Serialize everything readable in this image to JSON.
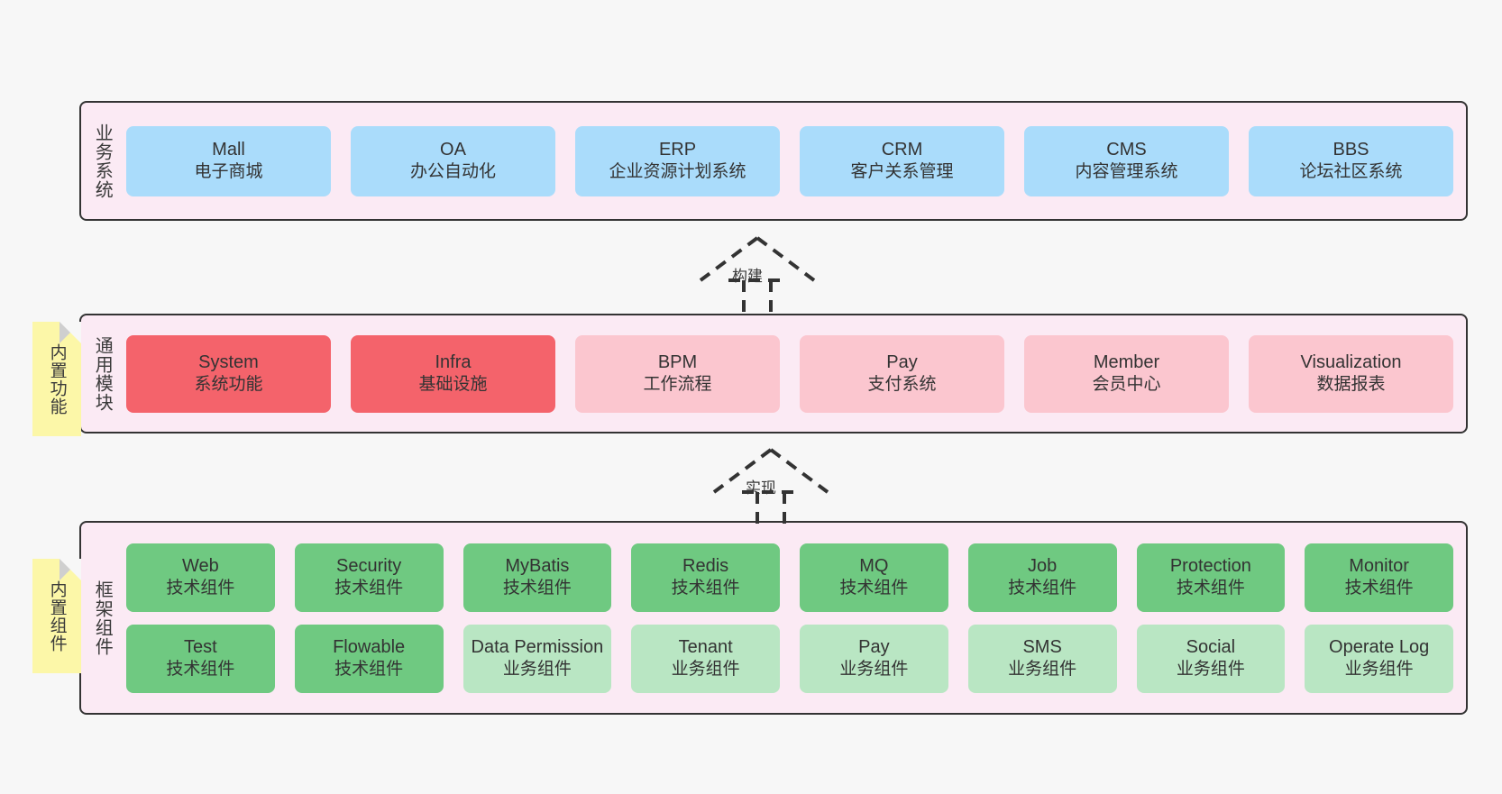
{
  "diagram": {
    "background_color": "#f7f7f7",
    "band_fill": "#fbeaf4",
    "band_border": "#333333"
  },
  "layers": [
    {
      "id": "business-systems",
      "title": "业务系统",
      "card_color": "#aadcfb",
      "cards": [
        {
          "title": "Mall",
          "sub": "电子商城"
        },
        {
          "title": "OA",
          "sub": "办公自动化"
        },
        {
          "title": "ERP",
          "sub": "企业资源计划系统"
        },
        {
          "title": "CRM",
          "sub": "客户关系管理"
        },
        {
          "title": "CMS",
          "sub": "内容管理系统"
        },
        {
          "title": "BBS",
          "sub": "论坛社区系统"
        }
      ]
    },
    {
      "id": "common-modules",
      "title": "通用模块",
      "sticky": "内置功能",
      "sticky_color": "#fcf7a8",
      "cards": [
        {
          "title": "System",
          "sub": "系统功能",
          "color": "#f4636b",
          "tone": "red-strong"
        },
        {
          "title": "Infra",
          "sub": "基础设施",
          "color": "#f4636b",
          "tone": "red-strong"
        },
        {
          "title": "BPM",
          "sub": "工作流程",
          "color": "#fbc6cf",
          "tone": "red-light"
        },
        {
          "title": "Pay",
          "sub": "支付系统",
          "color": "#fbc6cf",
          "tone": "red-light"
        },
        {
          "title": "Member",
          "sub": "会员中心",
          "color": "#fbc6cf",
          "tone": "red-light"
        },
        {
          "title": "Visualization",
          "sub": "数据报表",
          "color": "#fbc6cf",
          "tone": "red-light"
        }
      ]
    },
    {
      "id": "framework-components",
      "title": "框架组件",
      "sticky": "内置组件",
      "sticky_color": "#fcf7a8",
      "row1": [
        {
          "title": "Web",
          "sub": "技术组件",
          "color": "#6fc981",
          "tone": "green-strong"
        },
        {
          "title": "Security",
          "sub": "技术组件",
          "color": "#6fc981",
          "tone": "green-strong"
        },
        {
          "title": "MyBatis",
          "sub": "技术组件",
          "color": "#6fc981",
          "tone": "green-strong"
        },
        {
          "title": "Redis",
          "sub": "技术组件",
          "color": "#6fc981",
          "tone": "green-strong"
        },
        {
          "title": "MQ",
          "sub": "技术组件",
          "color": "#6fc981",
          "tone": "green-strong"
        },
        {
          "title": "Job",
          "sub": "技术组件",
          "color": "#6fc981",
          "tone": "green-strong"
        },
        {
          "title": "Protection",
          "sub": "技术组件",
          "color": "#6fc981",
          "tone": "green-strong"
        },
        {
          "title": "Monitor",
          "sub": "技术组件",
          "color": "#6fc981",
          "tone": "green-strong"
        }
      ],
      "row2": [
        {
          "title": "Test",
          "sub": "技术组件",
          "color": "#6fc981",
          "tone": "green-strong"
        },
        {
          "title": "Flowable",
          "sub": "技术组件",
          "color": "#6fc981",
          "tone": "green-strong"
        },
        {
          "title": "Data Permission",
          "sub": "业务组件",
          "color": "#b9e6c3",
          "tone": "green-light"
        },
        {
          "title": "Tenant",
          "sub": "业务组件",
          "color": "#b9e6c3",
          "tone": "green-light"
        },
        {
          "title": "Pay",
          "sub": "业务组件",
          "color": "#b9e6c3",
          "tone": "green-light"
        },
        {
          "title": "SMS",
          "sub": "业务组件",
          "color": "#b9e6c3",
          "tone": "green-light"
        },
        {
          "title": "Social",
          "sub": "业务组件",
          "color": "#b9e6c3",
          "tone": "green-light"
        },
        {
          "title": "Operate Log",
          "sub": "业务组件",
          "color": "#b9e6c3",
          "tone": "green-light"
        }
      ]
    }
  ],
  "connectors": [
    {
      "id": "build",
      "label": "构建",
      "style": "dashed-generalization"
    },
    {
      "id": "implement",
      "label": "实现",
      "style": "dashed-generalization"
    }
  ]
}
